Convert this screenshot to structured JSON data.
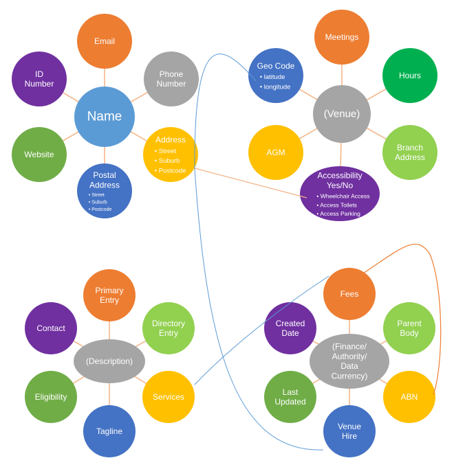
{
  "colors": {
    "orange": "#ED7D31",
    "purple": "#7030A0",
    "gray": "#A5A5A5",
    "blue": "#5B9BD5",
    "green": "#70AD47",
    "darkblue": "#4472C4",
    "yellow": "#FFC000",
    "brightgreen": "#00B050",
    "lightgreen": "#92D050",
    "connector": "#F4B183",
    "blue_curve": "#5B9BD5",
    "orange_curve": "#ED7D31"
  },
  "clusters": [
    {
      "id": "name",
      "center": {
        "label": [
          "Name"
        ],
        "color": "blue"
      },
      "satellites": [
        {
          "label": [
            "Email"
          ],
          "color": "orange"
        },
        {
          "label": [
            "Phone",
            "Number"
          ],
          "color": "gray"
        },
        {
          "label": [
            "Address"
          ],
          "color": "yellow",
          "bullets": [
            "Street",
            "Suburb",
            "Postcode"
          ]
        },
        {
          "label": [
            "Postal",
            "Address"
          ],
          "color": "darkblue",
          "bullets": [
            "Street",
            "Suburb",
            "Postcode"
          ]
        },
        {
          "label": [
            "Website"
          ],
          "color": "green"
        },
        {
          "label": [
            "ID",
            "Number"
          ],
          "color": "purple"
        }
      ]
    },
    {
      "id": "venue",
      "center": {
        "label": [
          "(Venue)"
        ],
        "color": "gray"
      },
      "satellites": [
        {
          "label": [
            "Meetings"
          ],
          "color": "orange"
        },
        {
          "label": [
            "Hours"
          ],
          "color": "brightgreen"
        },
        {
          "label": [
            "Branch",
            "Address"
          ],
          "color": "lightgreen"
        },
        {
          "label": [
            "Accessibility",
            "Yes/No"
          ],
          "color": "purple",
          "bullets": [
            "Wheelchair Access",
            "Access Toilets",
            "Access Parking"
          ]
        },
        {
          "label": [
            "AGM"
          ],
          "color": "yellow"
        },
        {
          "label": [
            "Geo Code"
          ],
          "color": "darkblue",
          "bullets": [
            "latitude",
            "longitude"
          ]
        }
      ]
    },
    {
      "id": "description",
      "center": {
        "label": [
          "(Description)"
        ],
        "color": "gray"
      },
      "satellites": [
        {
          "label": [
            "Primary",
            "Entry"
          ],
          "color": "orange"
        },
        {
          "label": [
            "Directory",
            "Entry"
          ],
          "color": "lightgreen"
        },
        {
          "label": [
            "Services"
          ],
          "color": "yellow"
        },
        {
          "label": [
            "Tagline"
          ],
          "color": "darkblue"
        },
        {
          "label": [
            "Eligibility"
          ],
          "color": "green"
        },
        {
          "label": [
            "Contact"
          ],
          "color": "purple"
        }
      ]
    },
    {
      "id": "finance",
      "center": {
        "label": [
          "(Finance/",
          "Authority/",
          "Data",
          "Currency)"
        ],
        "color": "gray"
      },
      "satellites": [
        {
          "label": [
            "Fees"
          ],
          "color": "orange"
        },
        {
          "label": [
            "Parent",
            "Body"
          ],
          "color": "lightgreen"
        },
        {
          "label": [
            "ABN"
          ],
          "color": "yellow"
        },
        {
          "label": [
            "Venue",
            "Hire"
          ],
          "color": "darkblue"
        },
        {
          "label": [
            "Last",
            "Updated"
          ],
          "color": "green"
        },
        {
          "label": [
            "Created",
            "Date"
          ],
          "color": "purple"
        }
      ]
    }
  ]
}
